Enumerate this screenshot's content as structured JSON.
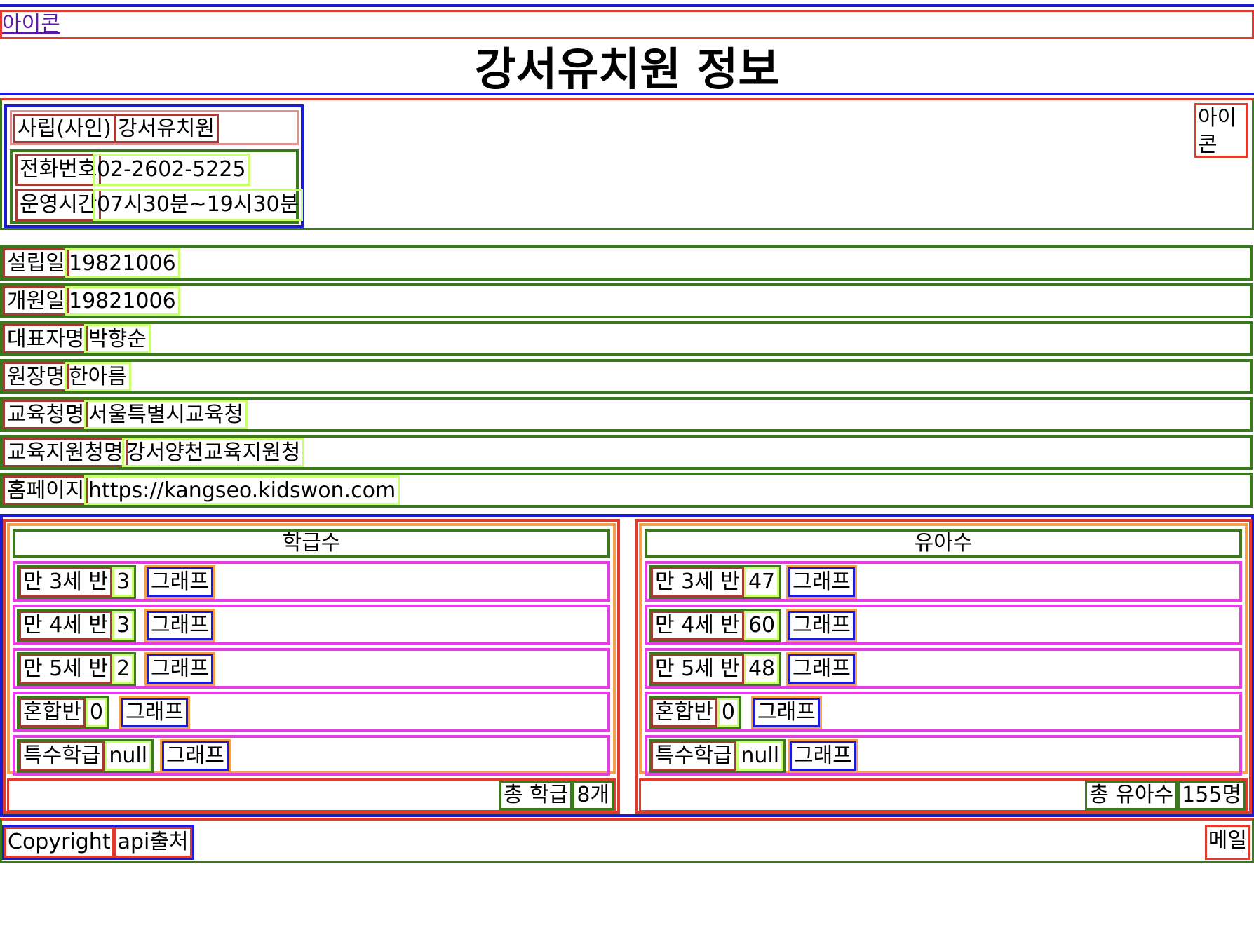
{
  "header": {
    "icon_link": "아이콘",
    "title": "강서유치원 정보"
  },
  "summary": {
    "type": "사립(사인)",
    "name": "강서유치원",
    "phone_label": "전화번호",
    "phone": "02-2602-5225",
    "hours_label": "운영시간",
    "hours": "07시30분~19시30분",
    "icon_text": "아이콘"
  },
  "details": [
    {
      "label": "설립일",
      "value": "19821006"
    },
    {
      "label": "개원일",
      "value": "19821006"
    },
    {
      "label": "대표자명",
      "value": "박향순"
    },
    {
      "label": "원장명",
      "value": "한아름"
    },
    {
      "label": "교육청명",
      "value": "서울특별시교육청"
    },
    {
      "label": "교육지원청명",
      "value": "강서양천교육지원청"
    },
    {
      "label": "홈페이지",
      "value": "https://kangseo.kidswon.com"
    }
  ],
  "classes": {
    "heading": "학급수",
    "rows": [
      {
        "label": "만 3세 반",
        "value": "3",
        "graph": "그래프"
      },
      {
        "label": "만 4세 반",
        "value": "3",
        "graph": "그래프"
      },
      {
        "label": "만 5세 반",
        "value": "2",
        "graph": "그래프"
      },
      {
        "label": "혼합반",
        "value": "0",
        "graph": "그래프"
      },
      {
        "label": "특수학급",
        "value": "null",
        "graph": "그래프"
      }
    ],
    "total_label": "총 학급",
    "total_value": "8개"
  },
  "children": {
    "heading": "유아수",
    "rows": [
      {
        "label": "만 3세 반",
        "value": "47",
        "graph": "그래프"
      },
      {
        "label": "만 4세 반",
        "value": "60",
        "graph": "그래프"
      },
      {
        "label": "만 5세 반",
        "value": "48",
        "graph": "그래프"
      },
      {
        "label": "혼합반",
        "value": "0",
        "graph": "그래프"
      },
      {
        "label": "특수학급",
        "value": "null",
        "graph": "그래프"
      }
    ],
    "total_label": "총 유아수",
    "total_value": "155명"
  },
  "footer": {
    "copyright": "Copyright",
    "source": "api출처",
    "mail": "메일"
  }
}
